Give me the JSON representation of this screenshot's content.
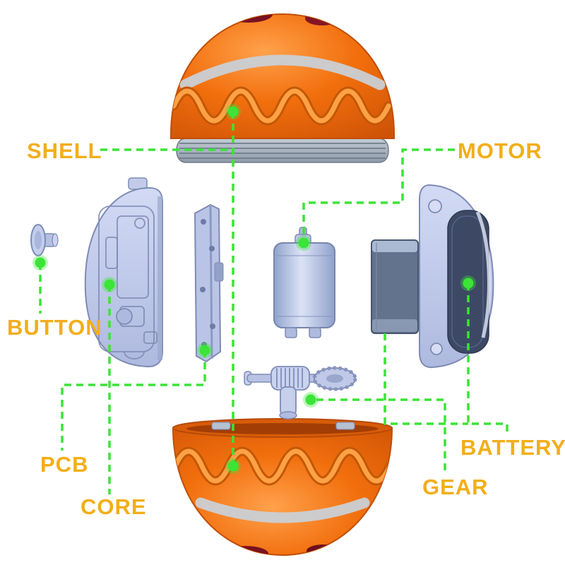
{
  "figure": {
    "type": "exploded-parts-diagram",
    "subject": "pet-ball-toy",
    "labels": {
      "shell": "SHELL",
      "motor": "MOTOR",
      "button": "BUTTON",
      "pcb": "PCB",
      "core": "CORE",
      "battery": "BATTERY",
      "gear": "GEAR"
    },
    "colors": {
      "background": "#FFFFFF",
      "label_text": "#F2AE1A",
      "callout_green": "#3BE437",
      "shell_orange": "#EF6C0C",
      "shell_wave_highlight": "#FFA145",
      "shell_band_gray": "#C9D1DA",
      "component_blue": "#C2CBEA",
      "battery_dark": "#63728D",
      "cavity_navy": "#3D4964",
      "spot_maroon": "#7A1120"
    }
  }
}
